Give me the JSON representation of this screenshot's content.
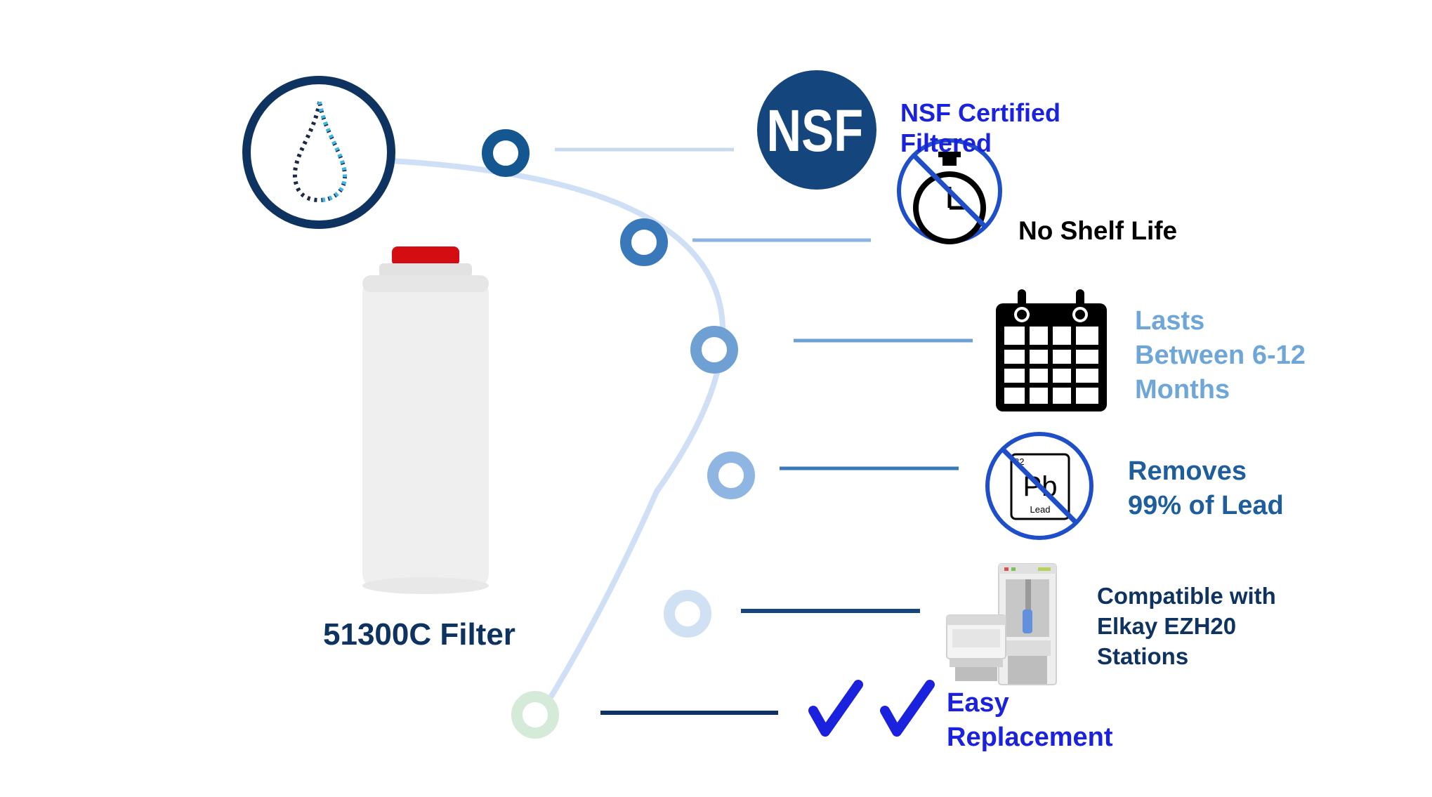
{
  "product": {
    "name": "51300C Filter"
  },
  "features": [
    {
      "id": "nsf",
      "badge_text": "NSF",
      "lines": [
        "NSF Certified",
        "Filtered"
      ],
      "color": "#1a22dd"
    },
    {
      "id": "shelf",
      "lines": [
        "No Shelf Life"
      ],
      "color": "#000000"
    },
    {
      "id": "lasts",
      "lines": [
        "Lasts",
        "Between 6-12",
        "Months"
      ],
      "color": "#6fa6d8"
    },
    {
      "id": "lead",
      "icon_text": {
        "number": "82",
        "symbol": "Pb",
        "name": "Lead"
      },
      "lines": [
        "Removes",
        "99% of Lead"
      ],
      "color": "#1f5e9c"
    },
    {
      "id": "compat",
      "lines": [
        "Compatible with",
        "Elkay EZH20",
        "Stations"
      ],
      "color": "#0f3360"
    },
    {
      "id": "easy",
      "lines": [
        "Easy",
        "Replacement"
      ],
      "color": "#1a22dd"
    }
  ],
  "colors": {
    "arc": "#cfdff6",
    "navy": "#0f3360",
    "nsf_blue": "#14467d",
    "prohibit": "#1f4fc8",
    "check": "#1a22dd",
    "cap_red": "#d40d12",
    "bottle": "#efefef"
  }
}
